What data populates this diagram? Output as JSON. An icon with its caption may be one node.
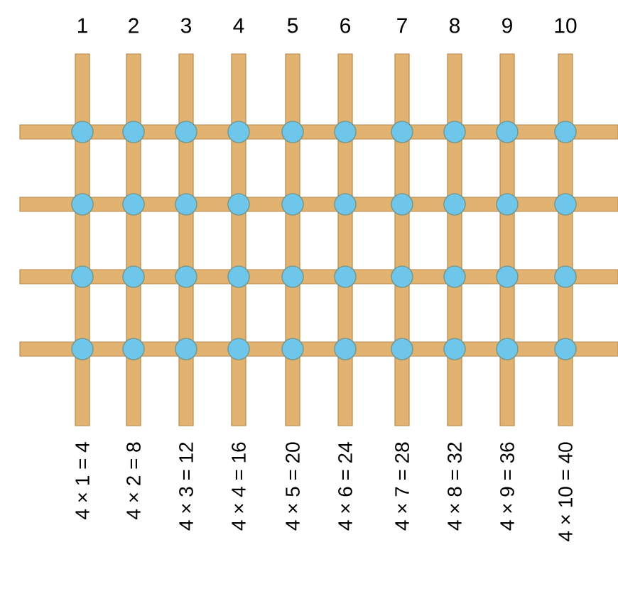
{
  "diagram": {
    "labels": [
      "1",
      "2",
      "3",
      "4",
      "5",
      "6",
      "7",
      "8",
      "9",
      "10",
      "4 × 1 = 4",
      "4 × 2 = 8",
      "4 × 3 = 12",
      "4 × 4 = 16",
      "4 × 5 = 20",
      "4 × 6 = 24",
      "4 × 7 = 28",
      "4 × 8 = 32",
      "4 × 9 = 36",
      "4 × 10 = 40"
    ]
  }
}
